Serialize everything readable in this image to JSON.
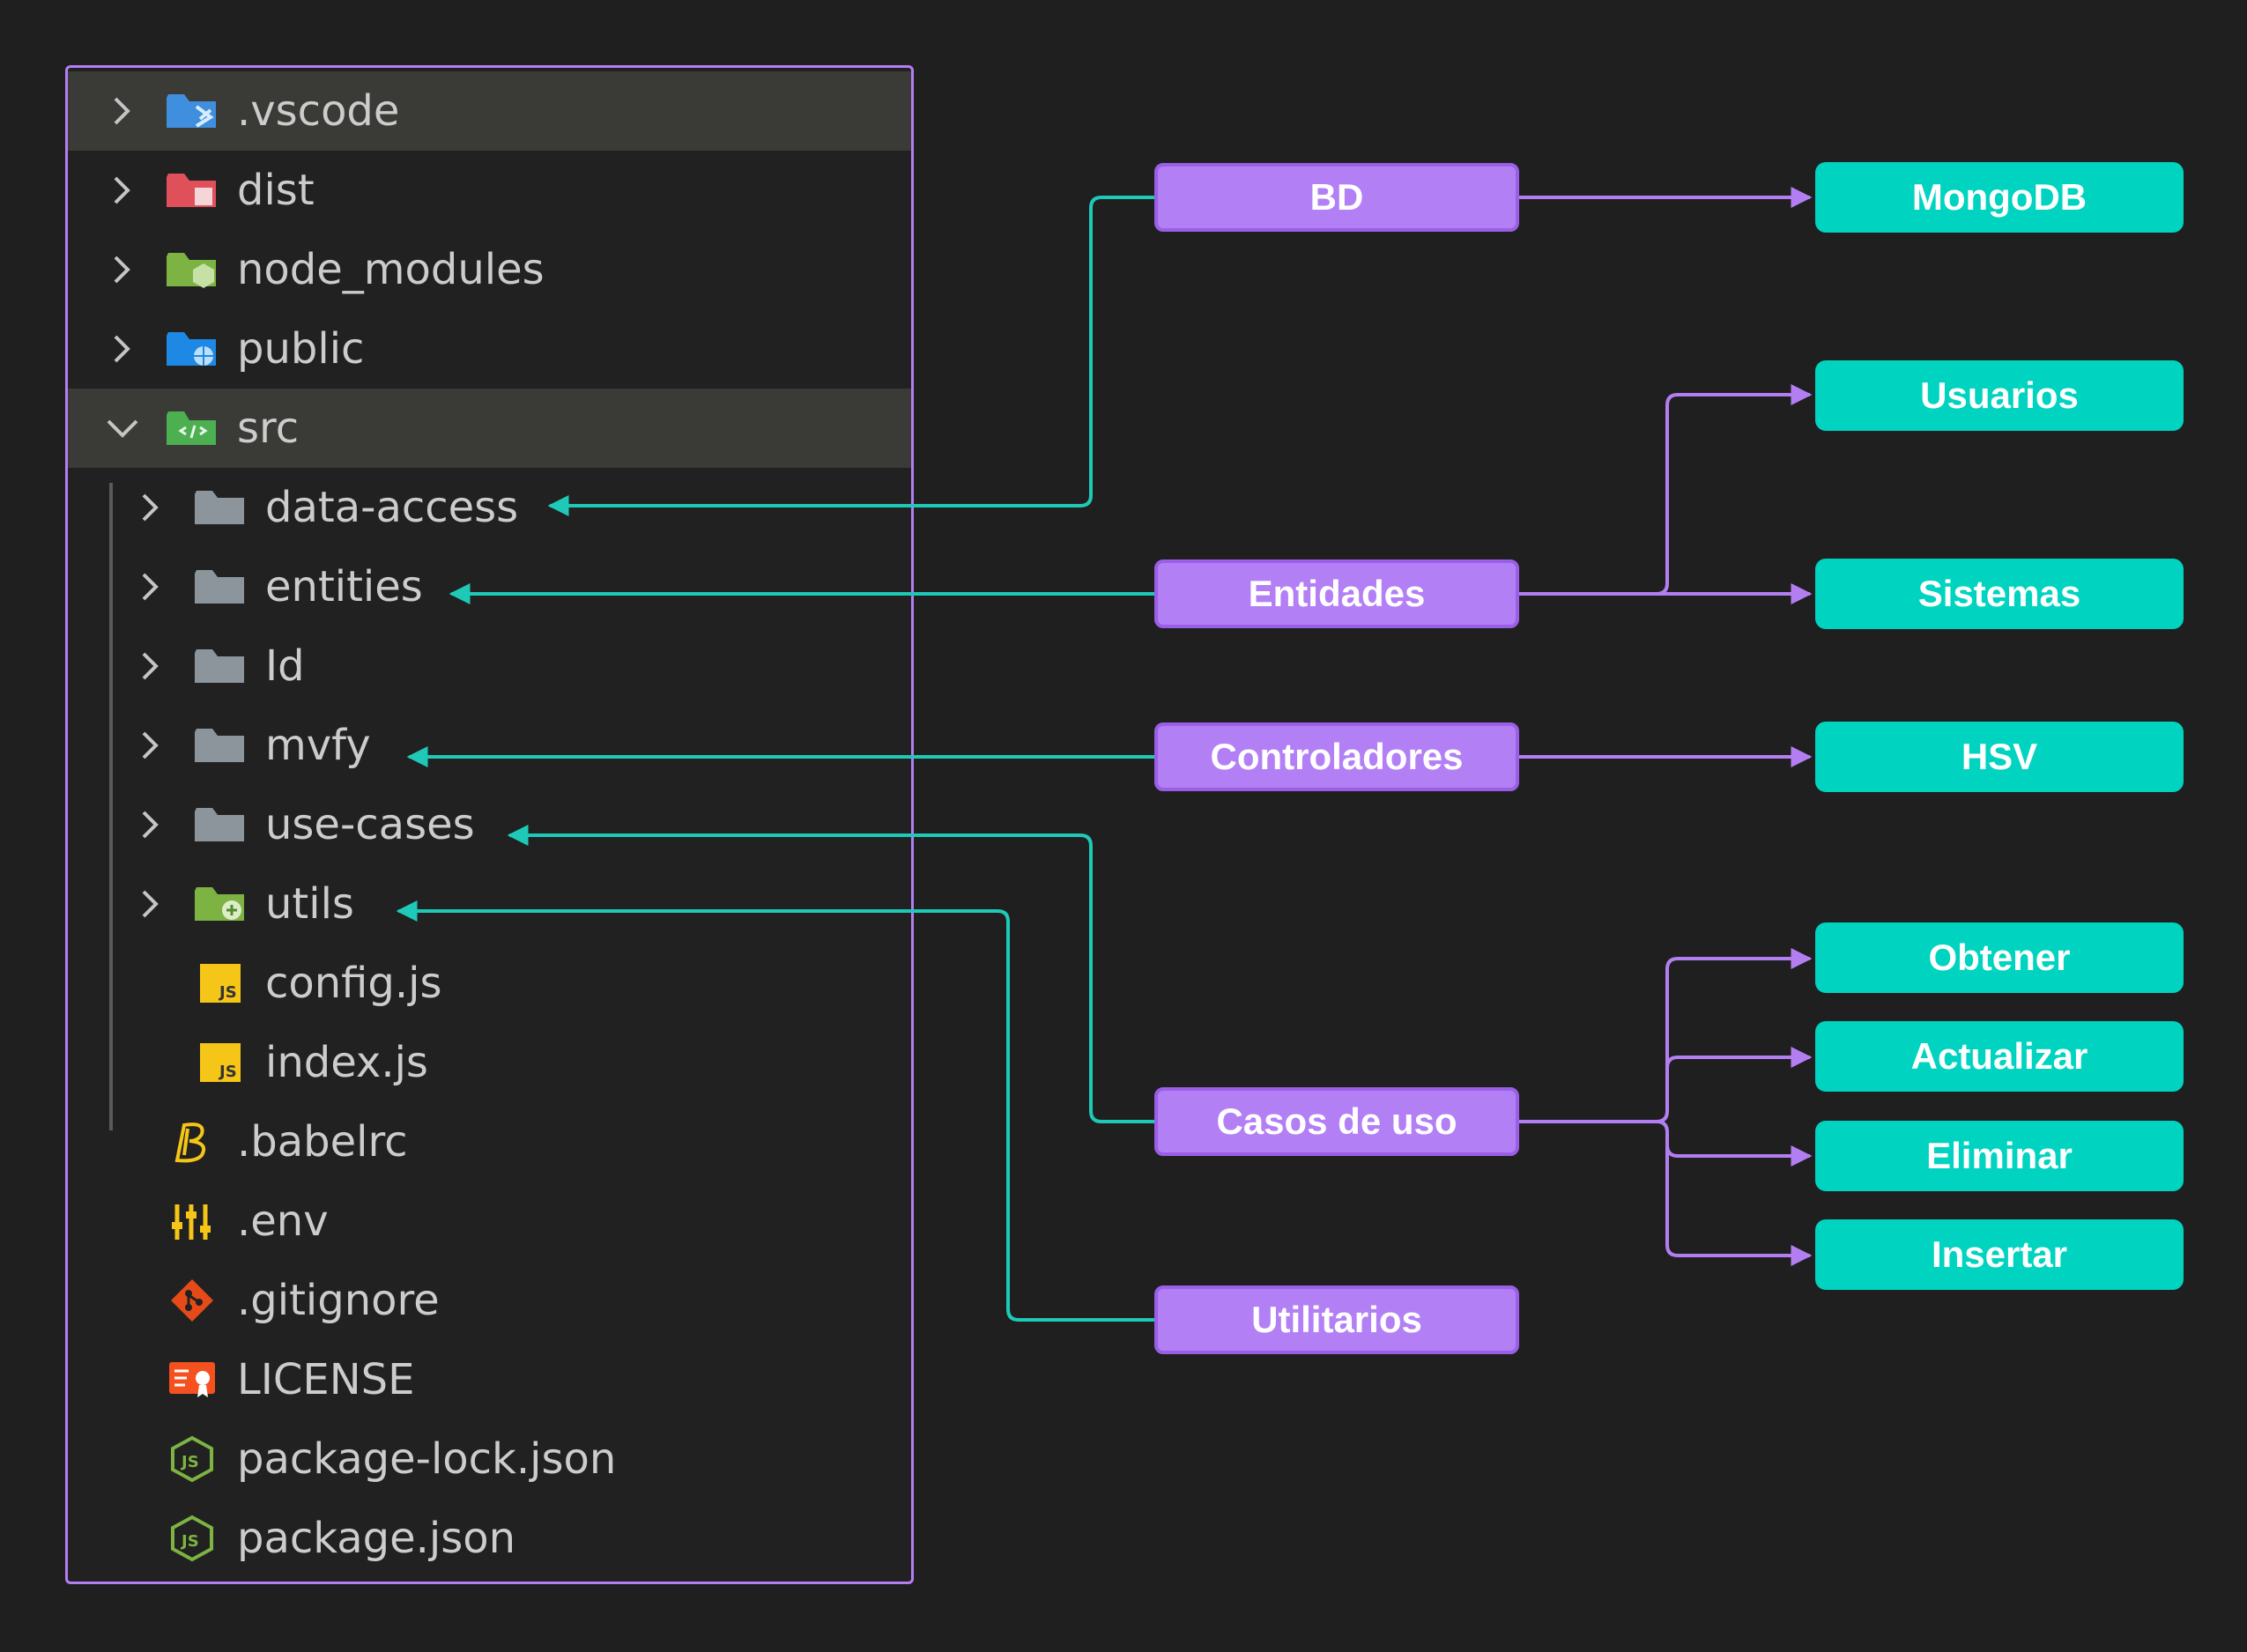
{
  "explorer": {
    "items": [
      {
        "label": ".vscode",
        "icon": "vscode-folder-icon",
        "chevron": "right"
      },
      {
        "label": "dist",
        "icon": "dist-folder-icon",
        "chevron": "right"
      },
      {
        "label": "node_modules",
        "icon": "node-folder-icon",
        "chevron": "right"
      },
      {
        "label": "public",
        "icon": "public-folder-icon",
        "chevron": "right"
      },
      {
        "label": "src",
        "icon": "src-folder-icon",
        "chevron": "down"
      },
      {
        "label": "data-access",
        "icon": "folder-icon",
        "chevron": "right"
      },
      {
        "label": "entities",
        "icon": "folder-icon",
        "chevron": "right"
      },
      {
        "label": "Id",
        "icon": "folder-icon",
        "chevron": "right"
      },
      {
        "label": "mvfy",
        "icon": "folder-icon",
        "chevron": "right"
      },
      {
        "label": "use-cases",
        "icon": "folder-icon",
        "chevron": "right"
      },
      {
        "label": "utils",
        "icon": "utils-folder-icon",
        "chevron": "right"
      },
      {
        "label": "config.js",
        "icon": "js-file-icon"
      },
      {
        "label": "index.js",
        "icon": "js-file-icon"
      },
      {
        "label": ".babelrc",
        "icon": "babel-icon"
      },
      {
        "label": ".env",
        "icon": "env-settings-icon"
      },
      {
        "label": ".gitignore",
        "icon": "git-icon"
      },
      {
        "label": "LICENSE",
        "icon": "license-icon"
      },
      {
        "label": "package-lock.json",
        "icon": "nodejs-icon"
      },
      {
        "label": "package.json",
        "icon": "nodejs-icon"
      }
    ]
  },
  "layers": {
    "bd": "BD",
    "entidades": "Entidades",
    "controladores": "Controladores",
    "casos_de_uso": "Casos de uso",
    "utilitarios": "Utilitarios"
  },
  "details": {
    "mongodb": "MongoDB",
    "usuarios": "Usuarios",
    "sistemas": "Sistemas",
    "hsv": "HSV",
    "obtener": "Obtener",
    "actualizar": "Actualizar",
    "eliminar": "Eliminar",
    "insertar": "Insertar"
  },
  "colors": {
    "layer_box": "#b37ff5",
    "detail_box": "#00d4c0",
    "connector_teal": "#1fc9b7",
    "connector_purple": "#b47ef3",
    "background": "#1f1f1f"
  }
}
